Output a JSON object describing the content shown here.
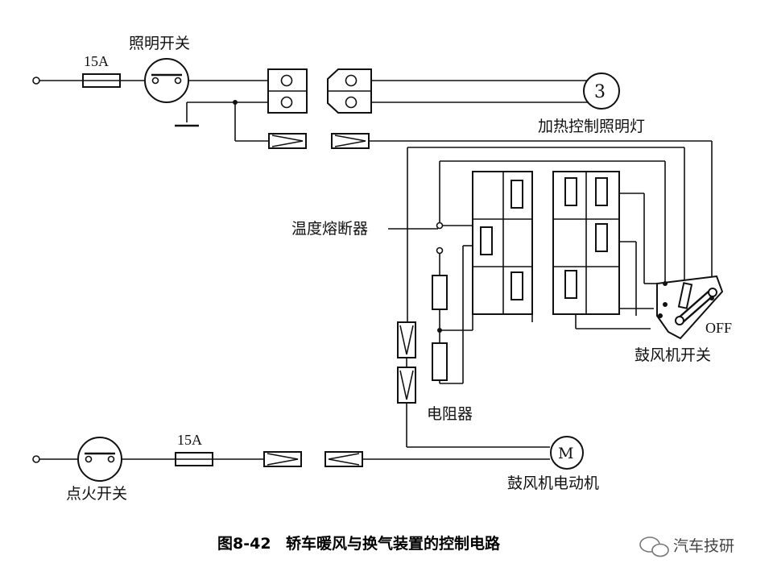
{
  "labels": {
    "fuse_top": "15A",
    "lighting_switch": "照明开关",
    "heater_control_lamp": "加热控制照明灯",
    "lamp_symbol": "3",
    "thermal_fuse": "温度熔断器",
    "blower_switch": "鼓风机开关",
    "off": "OFF",
    "resistor": "电阻器",
    "fuse_bottom": "15A",
    "ignition_switch": "点火开关",
    "motor_symbol": "M",
    "blower_motor": "鼓风机电动机"
  },
  "caption": {
    "figure_no": "图8-42",
    "title": "轿车暖风与换气装置的控制电路"
  },
  "watermark": {
    "text": "汽车技研"
  }
}
